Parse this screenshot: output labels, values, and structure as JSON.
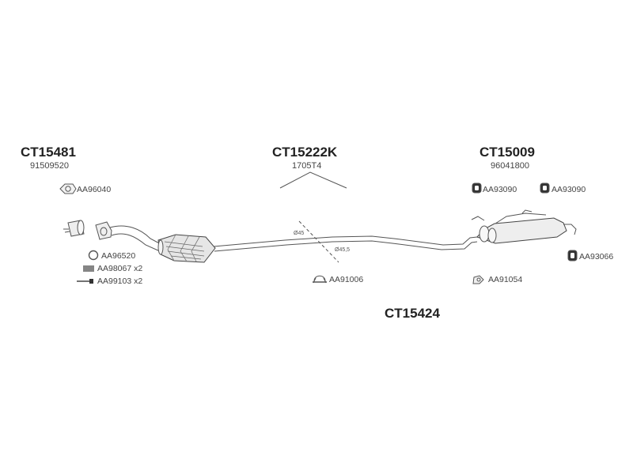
{
  "groups": {
    "front": {
      "title": "CT15481",
      "number": "91509520"
    },
    "cat": {
      "title": "CT15222K",
      "number": "1705T4"
    },
    "rear": {
      "title": "CT15009",
      "number": "96041800"
    },
    "middle": {
      "title": "CT15424"
    }
  },
  "parts": {
    "aa96040": "AA96040",
    "aa96520": "AA96520",
    "aa98067": "AA98067 x2",
    "aa99103": "AA99103 x2",
    "aa91006": "AA91006",
    "aa91054": "AA91054",
    "aa93090_a": "AA93090",
    "aa93090_b": "AA93090",
    "aa93066": "AA93066"
  },
  "dimensions": {
    "d1": "Ø45",
    "d2": "Ø45,5"
  },
  "colors": {
    "line": "#555555",
    "text": "#333333"
  }
}
